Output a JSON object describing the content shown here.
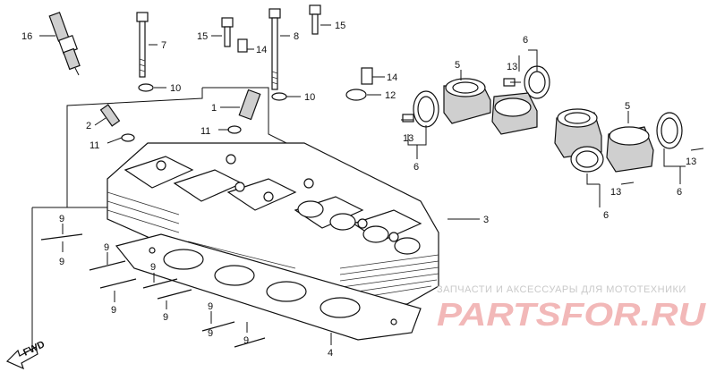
{
  "callouts": {
    "c16": "16",
    "c7": "7",
    "c15a": "15",
    "c14a": "14",
    "c8": "8",
    "c15b": "15",
    "c10a": "10",
    "c10b": "10",
    "c14b": "14",
    "c12": "12",
    "c1": "1",
    "c2": "2",
    "c11a": "11",
    "c11b": "11",
    "c3": "3",
    "c4": "4",
    "c6a": "6",
    "c13a": "13",
    "c5a": "5",
    "c13b": "13",
    "c6b": "6",
    "c5b": "5",
    "c13c": "13",
    "c6c": "6",
    "c13d": "13",
    "c6d": "6",
    "c9a": "9",
    "c9b": "9",
    "c9c": "9",
    "c9d": "9",
    "c9e": "9",
    "c9f": "9",
    "c9g": "9",
    "c9h": "9",
    "c9i": "9"
  },
  "fwd_label": "FWD",
  "watermark": {
    "caption": "ЗАПЧАСТИ И АКСЕССУАРЫ ДЛЯ МОТОТЕХНИКИ",
    "logo_text": "PARTSFOR.RU",
    "logo_color": "#f2b8b8",
    "caption_color": "#c9c9c9"
  }
}
